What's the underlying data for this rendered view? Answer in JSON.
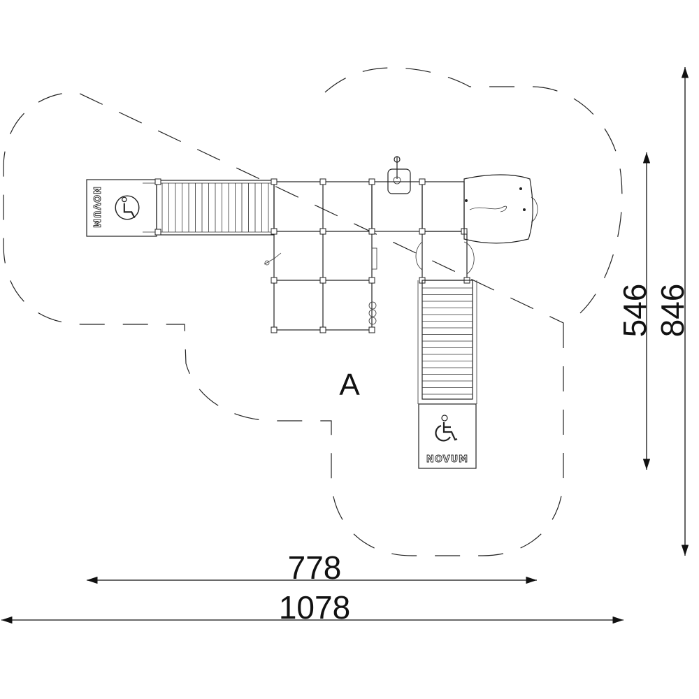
{
  "dimensions": {
    "inner_width": "778",
    "outer_width": "1078",
    "inner_height": "546",
    "outer_height": "846"
  },
  "zone_label": "A",
  "brand_label": "NOVUM",
  "icons": [
    "wheelchair-accessibility-icon"
  ]
}
